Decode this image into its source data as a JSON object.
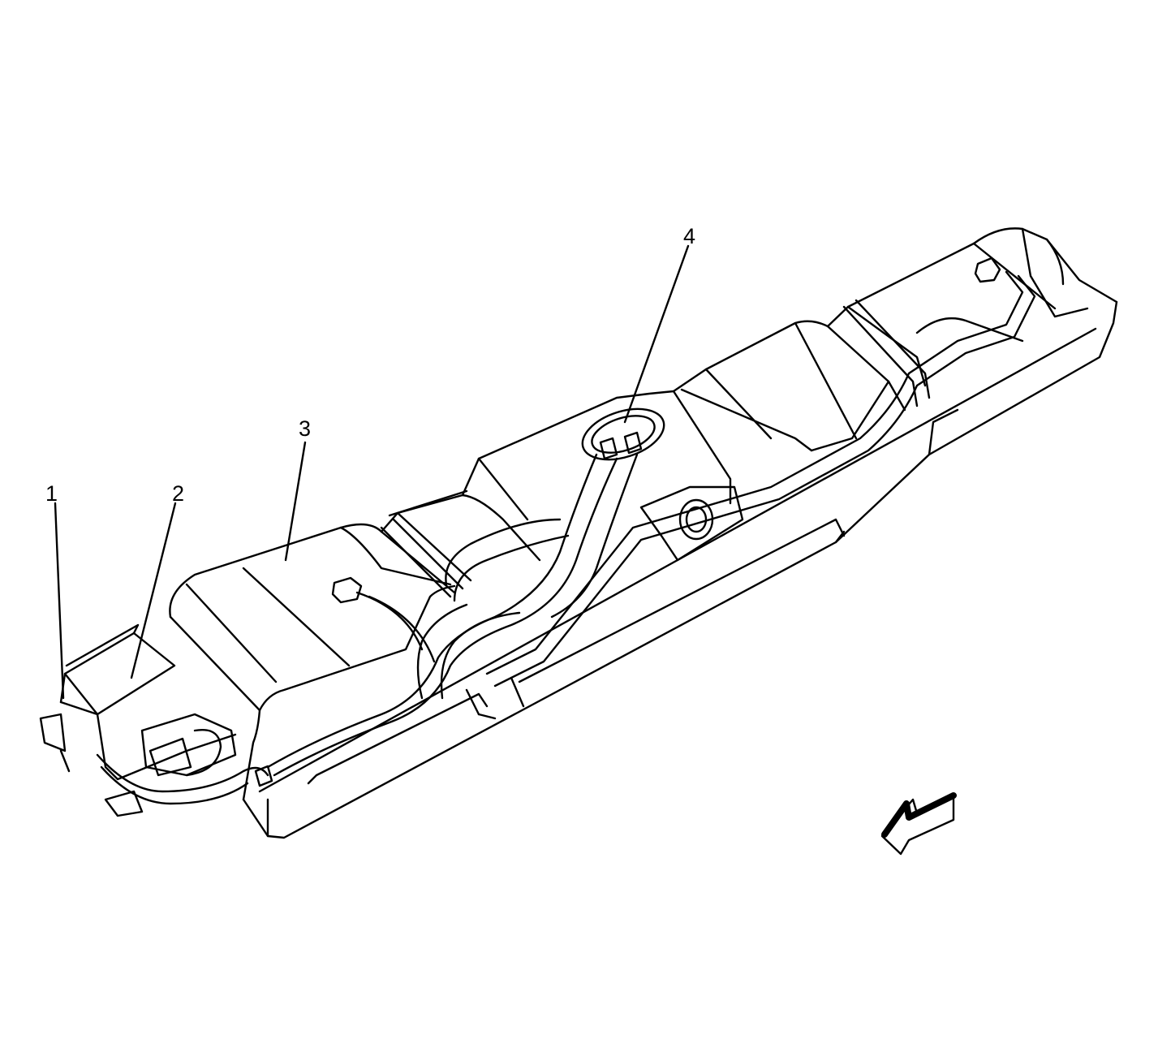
{
  "diagram": {
    "callouts": [
      {
        "id": "1",
        "label": "1"
      },
      {
        "id": "2",
        "label": "2"
      },
      {
        "id": "3",
        "label": "3"
      },
      {
        "id": "4",
        "label": "4"
      }
    ],
    "direction_arrow": {
      "icon": "front-direction-arrow-icon"
    },
    "colors": {
      "line": "#000000",
      "background": "#ffffff"
    }
  }
}
